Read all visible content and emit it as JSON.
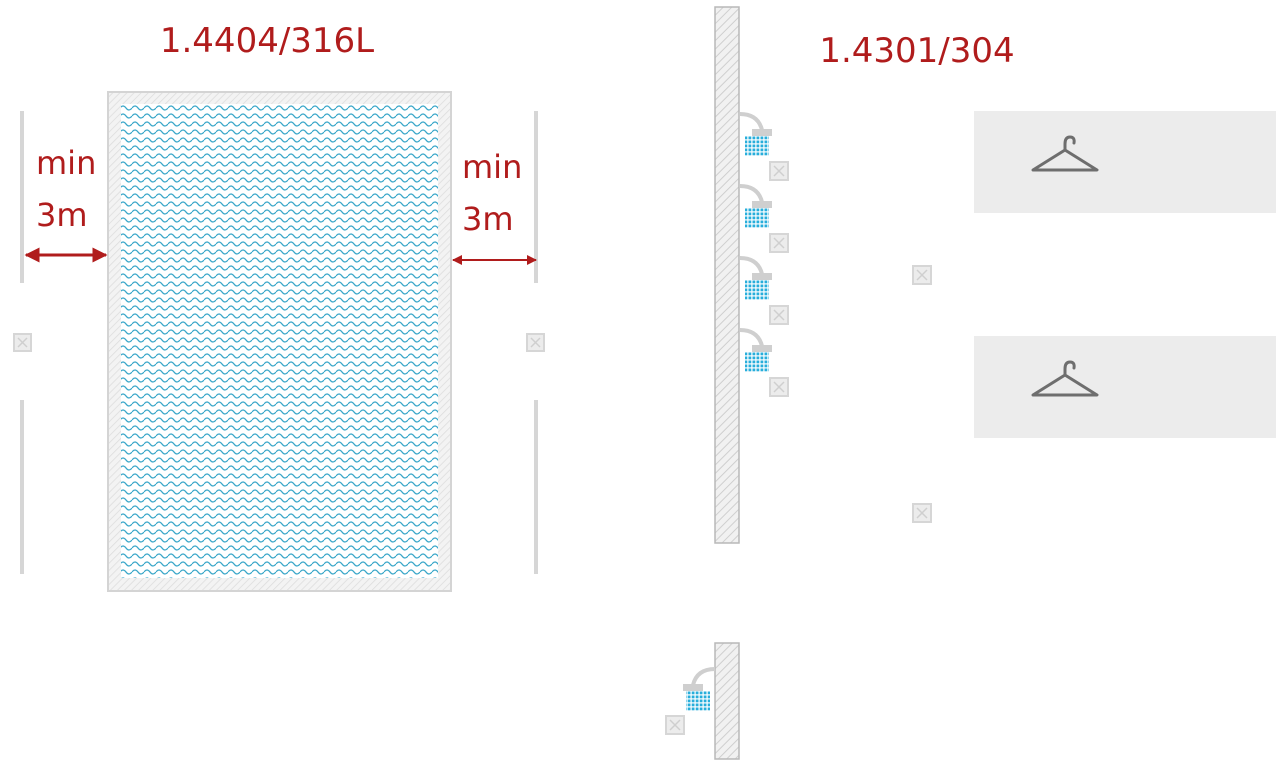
{
  "labels": {
    "pool_material": "1.4404/316L",
    "shower_material": "1.4301/304",
    "left_clearance_line1": "min",
    "left_clearance_line2": "3m",
    "right_clearance_line1": "min",
    "right_clearance_line2": "3m"
  },
  "icons": {
    "pool": "pool-water-icon",
    "shower": "shower-head-icon",
    "drain": "floor-drain-icon",
    "hanger": "clothes-hanger-icon",
    "arrow": "double-arrow-icon"
  },
  "colors": {
    "label_red": "#b01c1c",
    "water_blue": "#3aa7c9",
    "shower_blue": "#27aedb",
    "wall_grey": "#cfcfcf",
    "area_grey": "#ececec",
    "drain_grey": "#d9d9d9",
    "hanger_grey": "#6e6e6e"
  }
}
